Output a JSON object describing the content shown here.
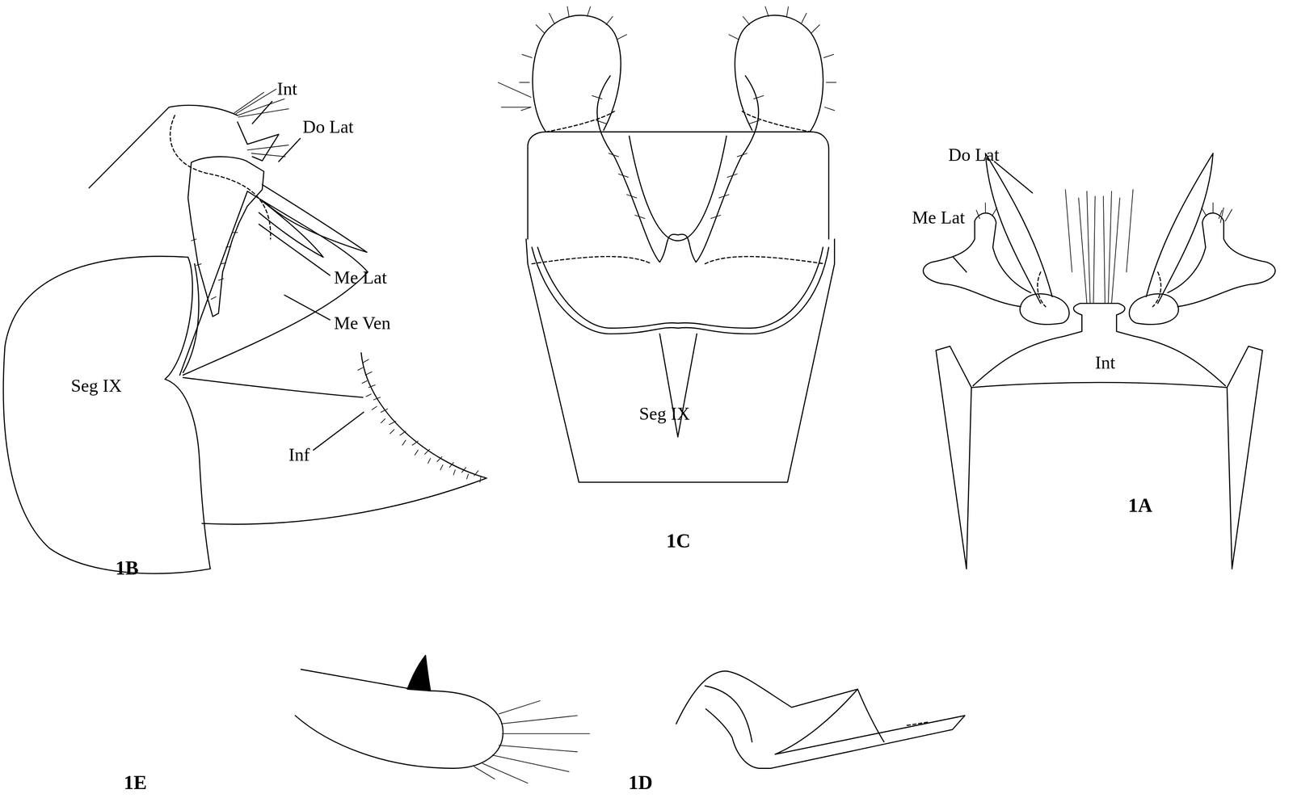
{
  "diagram": {
    "labels": [
      "Int",
      "Do Lat",
      "Me Lat",
      "Me Ven",
      "Seg IX",
      "Inf",
      "1B",
      "Seg IX",
      "1C",
      "Do Lat",
      "Me Lat",
      "Int",
      "1A",
      "1E",
      "1D"
    ]
  }
}
